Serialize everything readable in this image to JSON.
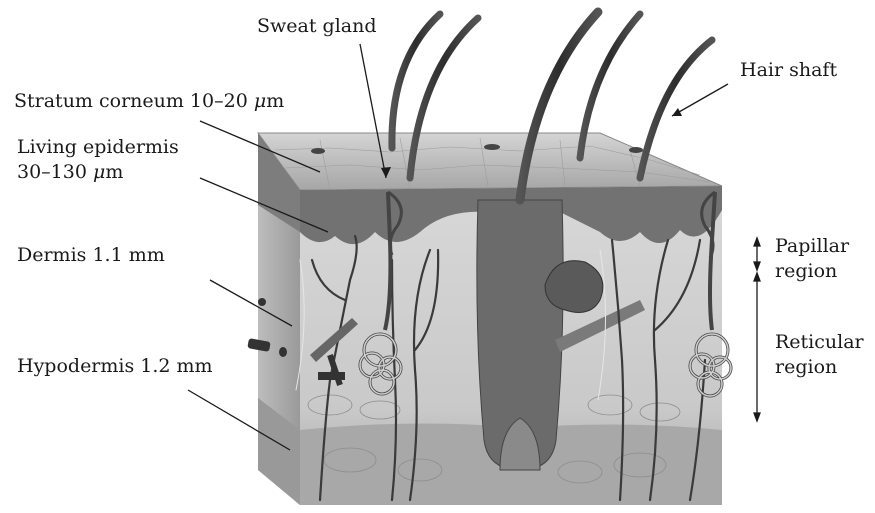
{
  "labels": {
    "sweat_gland": "Sweat gland",
    "hair_shaft": "Hair shaft",
    "stratum_corneum_prefix": "Stratum corneum 10–20 ",
    "stratum_corneum_unit_mu": "μ",
    "stratum_corneum_unit_m": "m",
    "living_epidermis_line1": "Living epidermis",
    "living_epidermis_prefix": "30–130 ",
    "living_epidermis_unit_mu": "μ",
    "living_epidermis_unit_m": "m",
    "dermis": "Dermis 1.1 mm",
    "hypodermis": "Hypodermis 1.2 mm",
    "papillar_line1": "Papillar",
    "papillar_line2": "region",
    "reticular_line1": "Reticular",
    "reticular_line2": "region"
  },
  "colors": {
    "ink": "#1a1a1a",
    "surface": "#b9b9b9",
    "epidermis": "#6f6f6f",
    "dermis": "#cfcfcf",
    "hypodermis": "#a9a9a9",
    "hair": "#3a3a3a"
  }
}
